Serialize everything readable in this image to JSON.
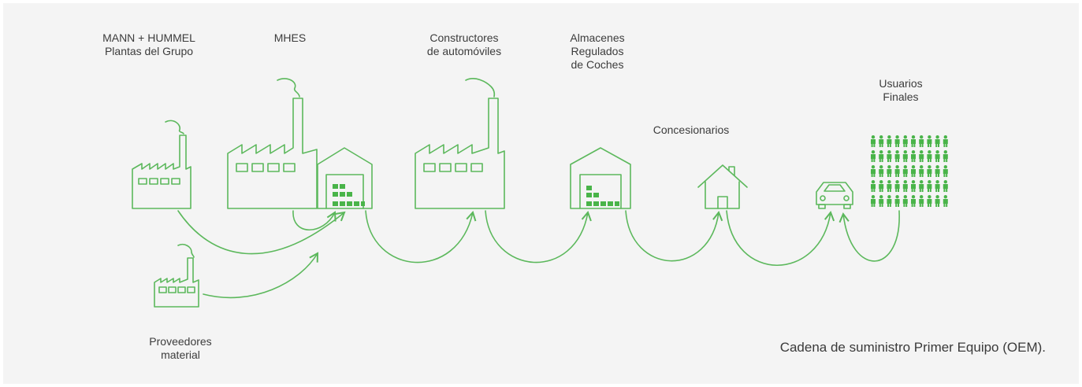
{
  "nodes": {
    "group_plants": "MANN + HUMMEL\nPlantas del Grupo",
    "mhes": "MHES",
    "car_makers": "Constructores\nde automóviles",
    "car_warehouses": "Almacenes\nRegulados\nde Coches",
    "dealers": "Concesionarios",
    "end_users": "Usuarios\nFinales",
    "suppliers": "Proveedores\nmaterial"
  },
  "caption": "Cadena de suministro Primer Equipo (OEM).",
  "colors": {
    "accent": "#5cb85c",
    "fill": "#49b449",
    "background": "#f4f4f4",
    "text": "#3c3c3c"
  },
  "icons": [
    "factory-icon",
    "warehouse-icon",
    "house-icon",
    "car-icon",
    "people-icon",
    "flow-arrow-icon"
  ]
}
